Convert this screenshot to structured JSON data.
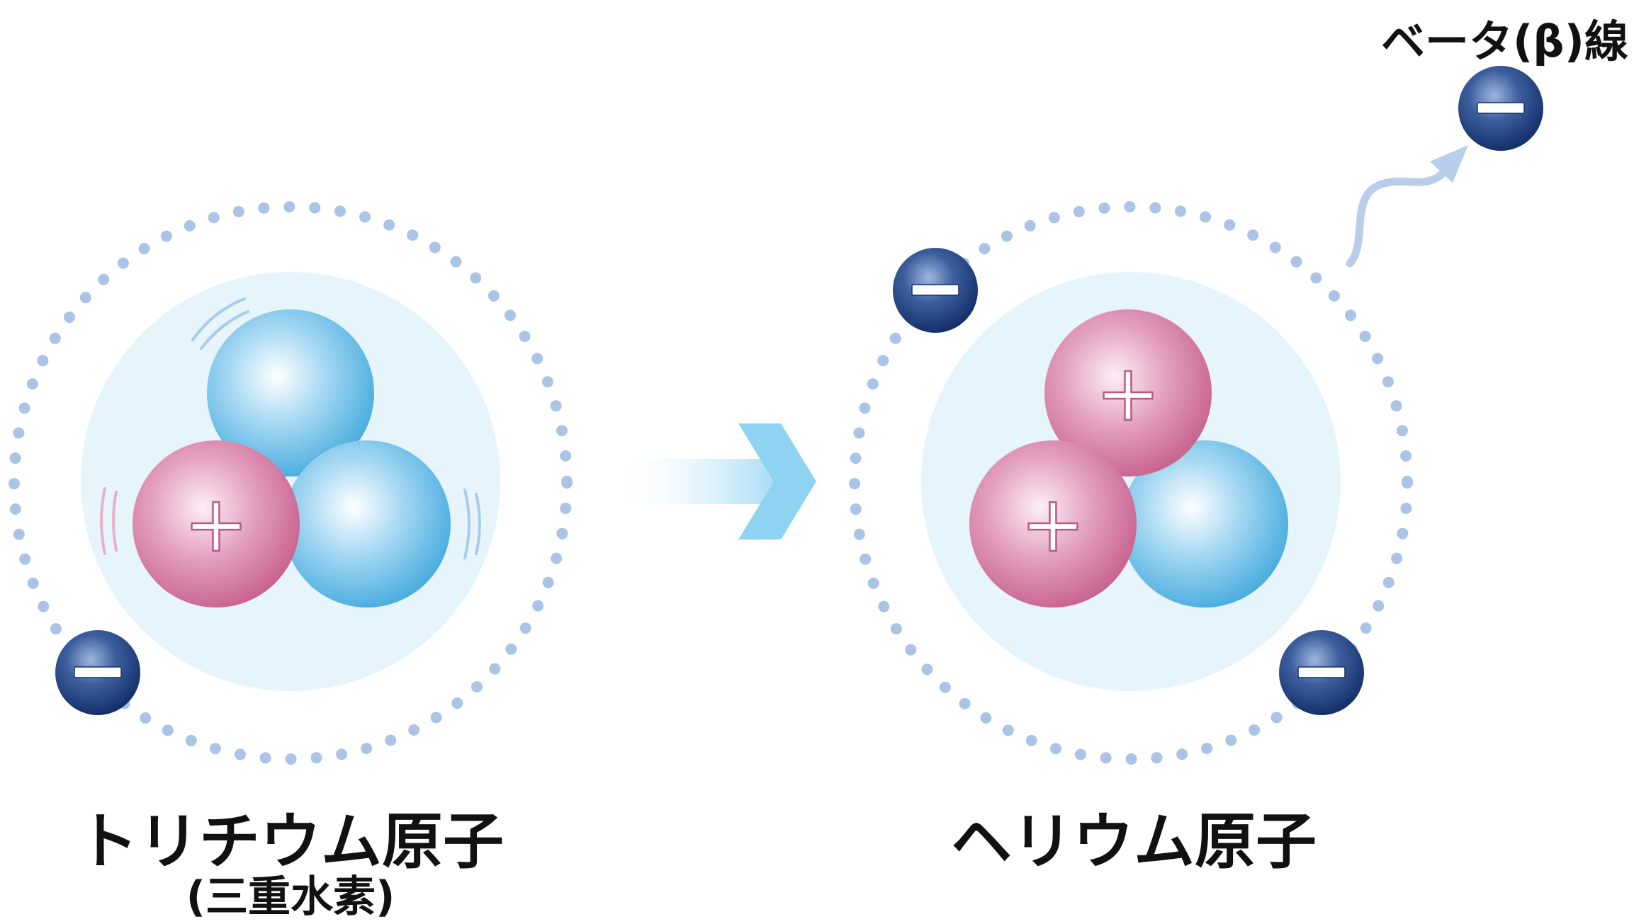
{
  "labels": {
    "tritium": "トリチウム原子",
    "tritium_sub": "(三重水素)",
    "helium": "ヘリウム原子",
    "beta": "ベータ(β)線"
  },
  "symbols": {
    "proton": "+",
    "electron": "−"
  },
  "colors": {
    "proton": "#cf6f9b",
    "neutron": "#4fb0e0",
    "electron": "#1f3f7a",
    "orbit_dots": "#aac3e6",
    "nucleus_halo": "#e6f4fc",
    "arrow": "#8fd3f2"
  },
  "atoms": {
    "tritium": {
      "protons": 1,
      "neutrons": 2,
      "electrons": 1
    },
    "helium": {
      "protons": 2,
      "neutrons": 1,
      "electrons": 2
    }
  }
}
